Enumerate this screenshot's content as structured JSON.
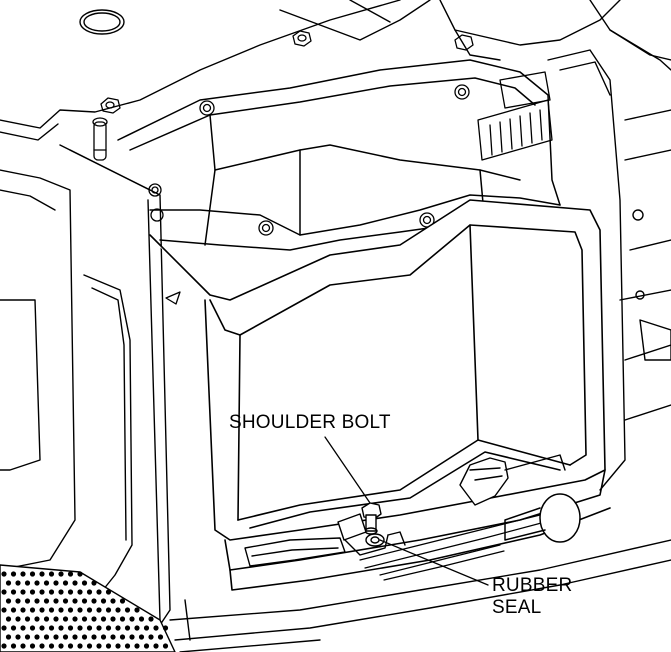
{
  "callouts": {
    "shoulder_bolt": "SHOULDER BOLT",
    "rubber_seal_line1": "RUBBER",
    "rubber_seal_line2": "SEAL"
  },
  "colors": {
    "line": "#000000",
    "paper": "#ffffff",
    "shade": "#e9e9e9"
  }
}
